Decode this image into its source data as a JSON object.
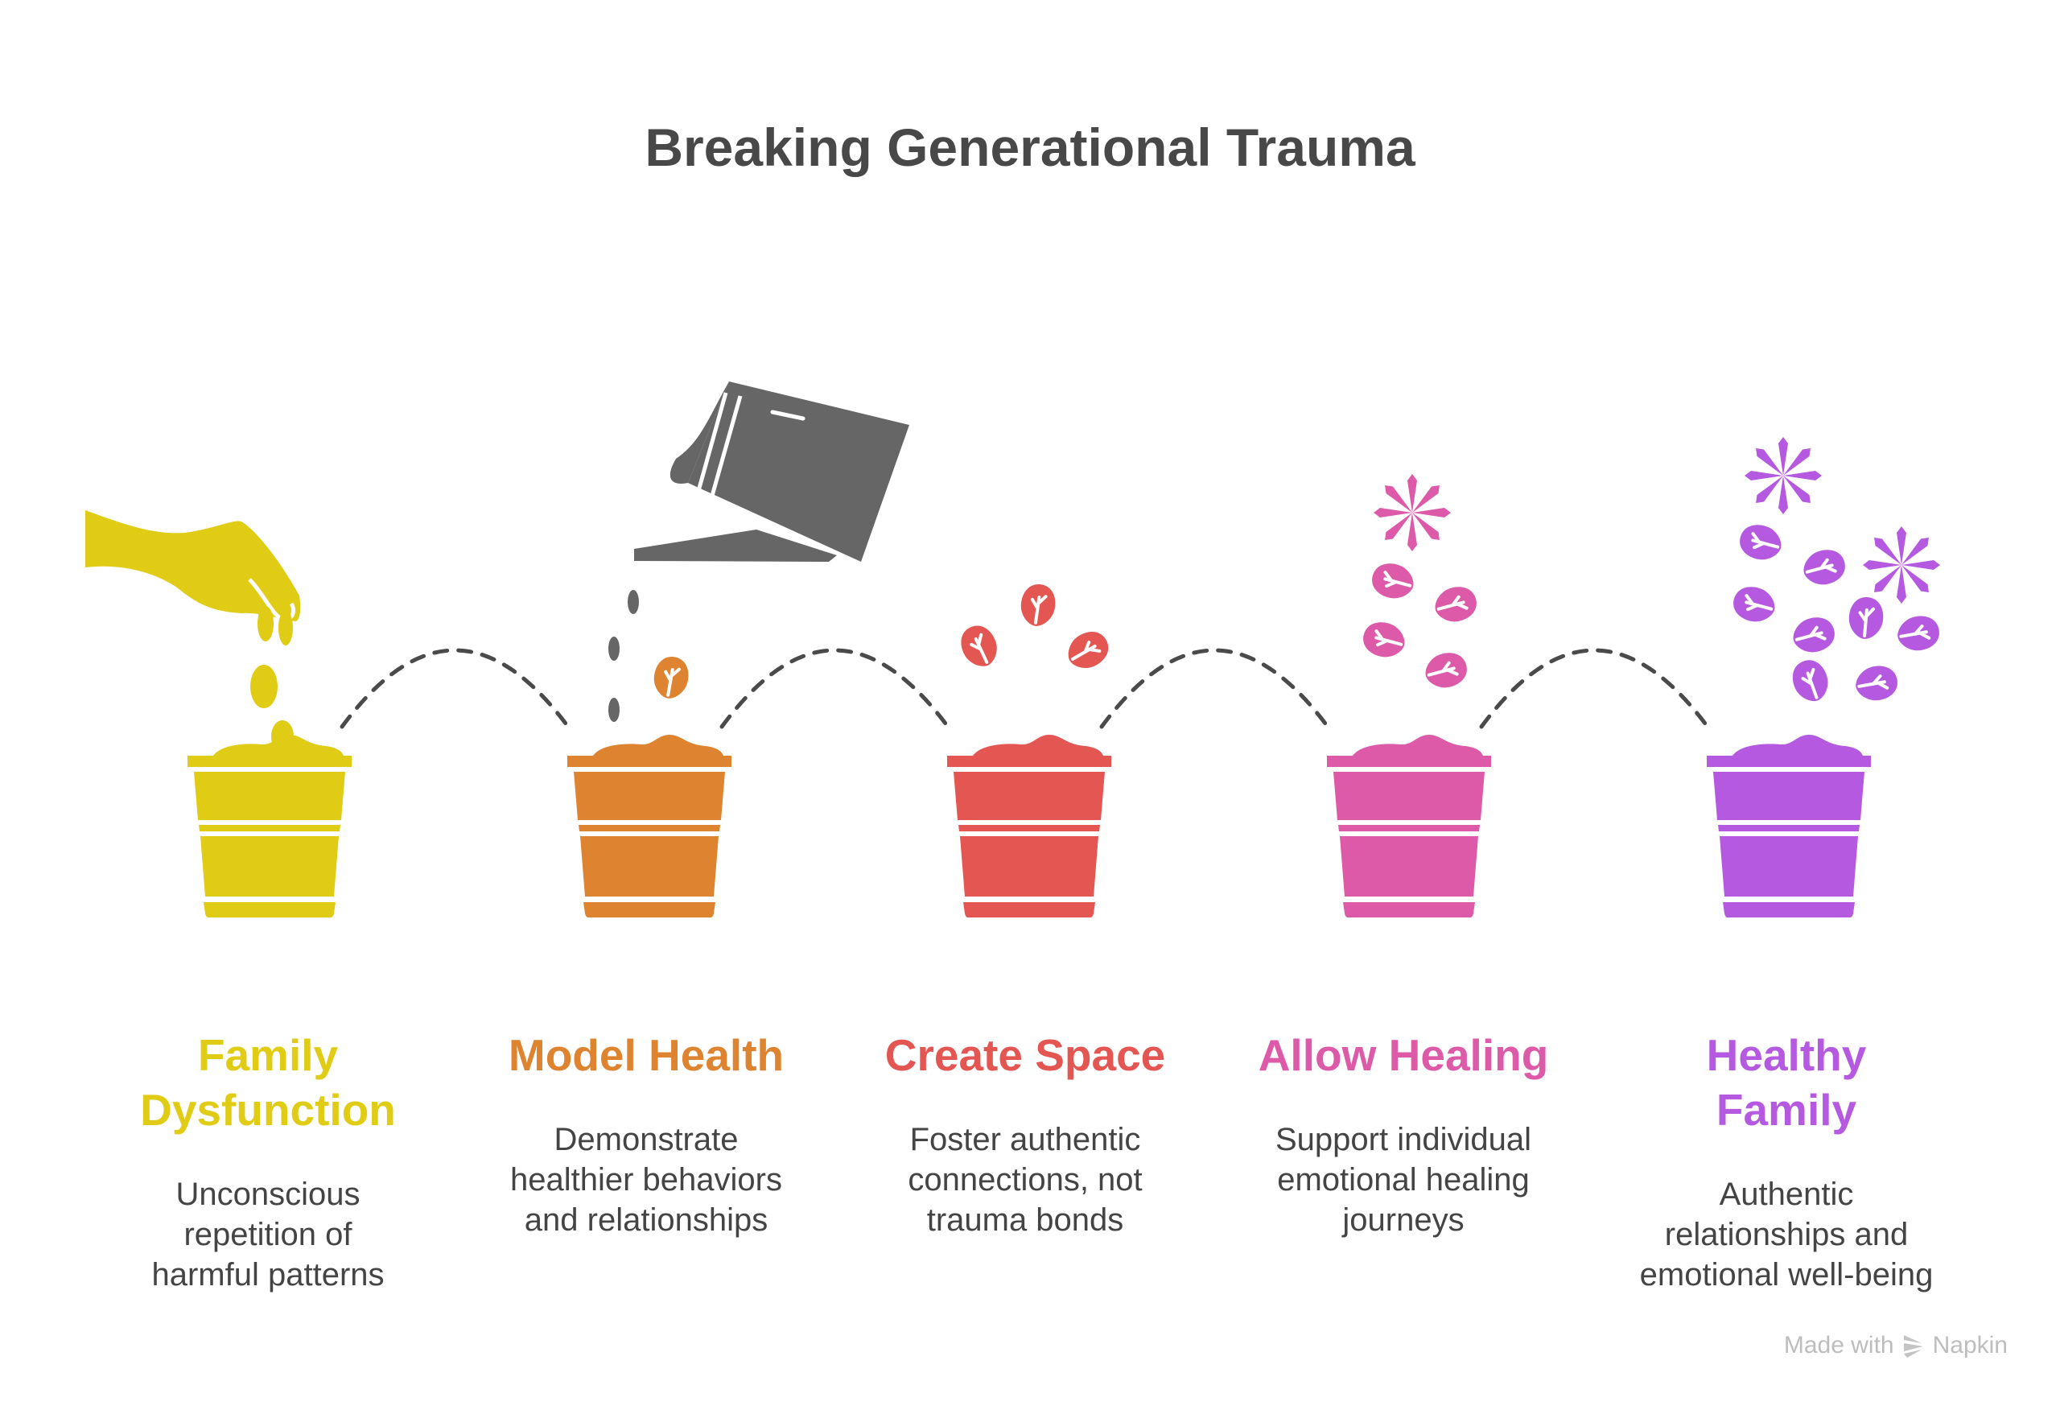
{
  "title": "Breaking Generational Trauma",
  "colors": {
    "yellow": "#E0CB15",
    "orange": "#DE8431",
    "red": "#E45652",
    "pink": "#DD5AA8",
    "purple": "#B55AE0",
    "gray": "#666666"
  },
  "stages": [
    {
      "label_lines": [
        "Family",
        "Dysfunction"
      ],
      "description": "Unconscious repetition of harmful patterns",
      "color": "#E0CB15"
    },
    {
      "label_lines": [
        "Model Health"
      ],
      "description": "Demonstrate healthier behaviors and relationships",
      "color": "#DE8431"
    },
    {
      "label_lines": [
        "Create Space"
      ],
      "description": "Foster authentic connections, not trauma bonds",
      "color": "#E45652"
    },
    {
      "label_lines": [
        "Allow Healing"
      ],
      "description": "Support individual emotional healing journeys",
      "color": "#DD5AA8"
    },
    {
      "label_lines": [
        "Healthy",
        "Family"
      ],
      "description": "Authentic relationships and emotional well-being",
      "color": "#B55AE0"
    }
  ],
  "footer": {
    "made_with": "Made with",
    "brand": "Napkin"
  }
}
